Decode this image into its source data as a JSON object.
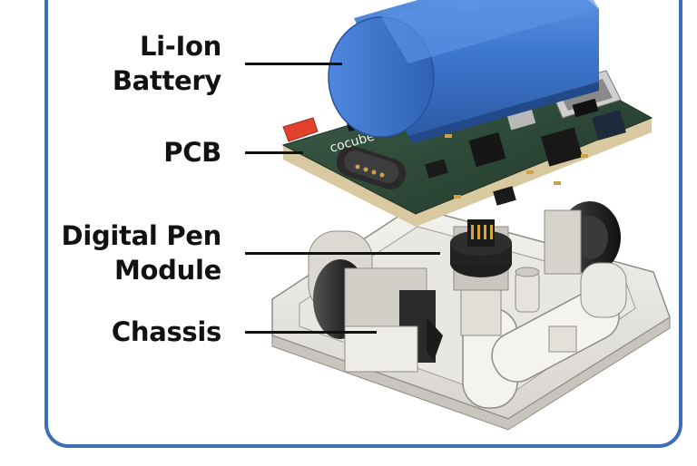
{
  "labels": {
    "battery_line1": "Li-Ion",
    "battery_line2": "Battery",
    "pcb": "PCB",
    "pen_line1": "Digital Pen",
    "pen_line2": "Module",
    "chassis": "Chassis"
  },
  "pcb_silkscreen": "cocube",
  "colors": {
    "frame": "#3b6fb6",
    "battery": "#3f78d0",
    "pcb": "#2e4a3a",
    "pcb_edge": "#d8c9a0",
    "chassis": "#e8e6e1"
  }
}
